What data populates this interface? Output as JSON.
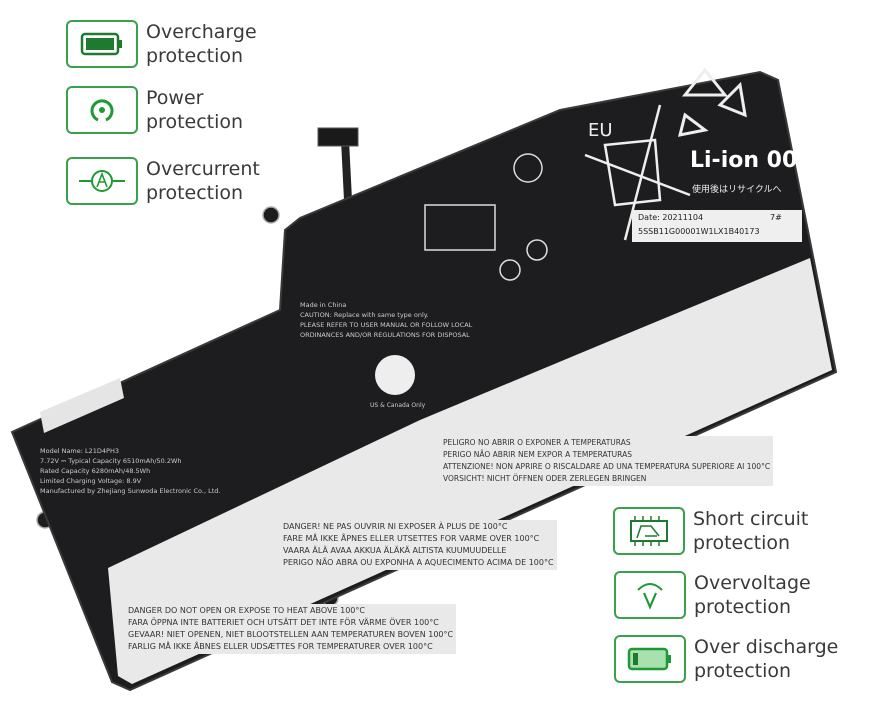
{
  "features_left": [
    {
      "icon": "full-battery-icon",
      "line1": "Overcharge",
      "line2": "protection"
    },
    {
      "icon": "power-icon",
      "line1": "Power",
      "line2": "protection"
    },
    {
      "icon": "ammeter-icon",
      "line1": "Overcurrent",
      "line2": "protection"
    }
  ],
  "features_right": [
    {
      "icon": "circuit-board-icon",
      "line1": "Short circuit",
      "line2": "protection"
    },
    {
      "icon": "voltage-icon",
      "line1": "Overvoltage",
      "line2": "protection"
    },
    {
      "icon": "low-battery-icon",
      "line1": "Over discharge",
      "line2": "protection"
    }
  ],
  "battery": {
    "eu": "EU",
    "chem": "Li-ion 00",
    "recycle_jp": "使用後はリサイクルへ",
    "date": "Date: 20211104",
    "code": "7#",
    "serial": "5SSB11G00001W1LX1B40173",
    "spec1": "7.72V ⎓ Typical Capacity 6510mAh/50.2Wh",
    "spec2": "Rated Capacity 6280mAh/48.5Wh",
    "spec3": "Limited Charging Voltage: 8.9V",
    "model": "Model Name: L21D4PH3",
    "maker": "Manufactured by Zhejiang Sunwoda Electronic Co., Ltd.",
    "caution": "CAUTION: Replace with same type only.",
    "refer": "PLEASE REFER TO USER MANUAL OR FOLLOW LOCAL",
    "ordinances": "ORDINANCES AND/OR REGULATIONS FOR DISPOSAL",
    "made_in": "Made in China",
    "us_canada": "US & Canada Only",
    "warnings": [
      "DANGER  DO NOT OPEN OR EXPOSE TO HEAT ABOVE 100°C",
      "FARA  ÖPPNA INTE BATTERIET OCH UTSÄTT DET INTE FÖR VÄRME ÖVER 100°C",
      "GEVAAR!  NIET OPENEN, NIET BLOOTSTELLEN AAN TEMPERATUREN BOVEN 100°C",
      "FARLIG  MÅ IKKE ÅBNES ELLER UDSÆTTES FOR TEMPERATURER OVER 100°C"
    ],
    "warnings2": [
      "DANGER!  NE PAS OUVRIR NI EXPOSER À PLUS DE 100°C",
      "FARE  MÅ IKKE ÅPNES ELLER UTSETTES FOR VARME OVER 100°C",
      "VAARA  ÄLÄ AVAA AKKUA ÄLÄKÄ ALTISTA KUUMUUDELLE",
      "PERIGO  NÃO ABRA OU EXPONHA A AQUECIMENTO ACIMA DE 100°C"
    ],
    "warnings3": [
      "PELIGRO  NO ABRIR O EXPONER A TEMPERATURAS",
      "PERIGO  NÃO ABRIR NEM EXPOR A TEMPERATURAS",
      "ATTENZIONE!  NON APRIRE O RISCALDARE AD UNA TEMPERATURA SUPERIORE AI 100°C",
      "VORSICHT!  NICHT ÖFFNEN ODER ZERLEGEN BRINGEN"
    ]
  }
}
